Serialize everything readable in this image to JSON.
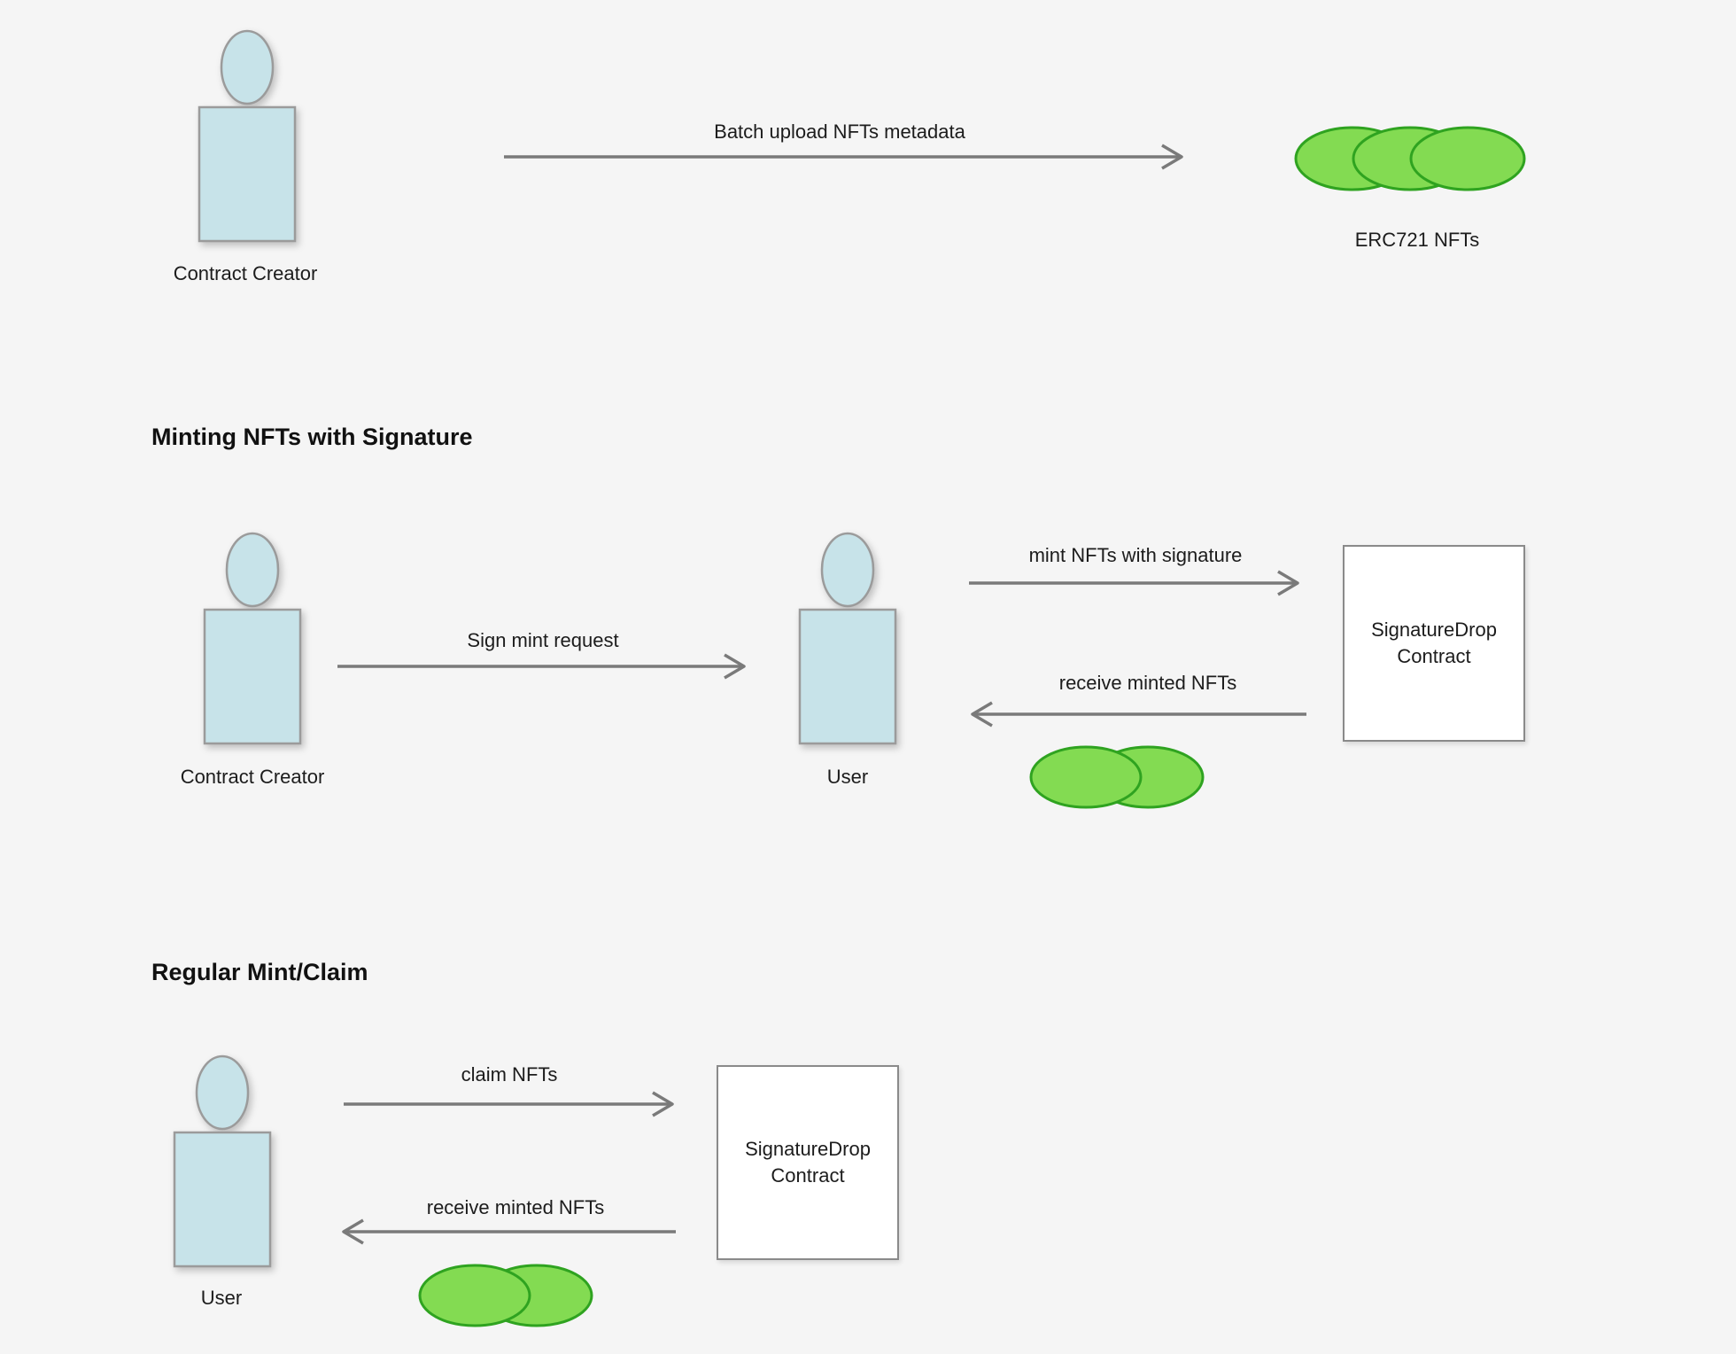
{
  "canvas": {
    "background": "#f5f5f5"
  },
  "palette": {
    "actor_fill": "#c7e3e9",
    "actor_stroke": "#9b9b9b",
    "nft_fill": "#83db52",
    "nft_stroke": "#2fa320",
    "arrow_color": "#7a7a7a",
    "box_fill": "#ffffff",
    "box_stroke": "#8a8a8a",
    "text_color": "#1c1c1c"
  },
  "sections": {
    "batch_upload": {
      "actor_label": "Contract Creator",
      "arrow_label": "Batch upload NFTs metadata",
      "nft_label": "ERC721 NFTs"
    },
    "signature_mint": {
      "title": "Minting NFTs with Signature",
      "creator_label": "Contract Creator",
      "sign_arrow_label": "Sign mint request",
      "user_label": "User",
      "mint_arrow_label": "mint NFTs with signature",
      "receive_arrow_label": "receive minted NFTs",
      "contract_label": "SignatureDrop Contract"
    },
    "regular_mint": {
      "title": "Regular Mint/Claim",
      "user_label": "User",
      "claim_arrow_label": "claim NFTs",
      "receive_arrow_label": "receive minted NFTs",
      "contract_label": "SignatureDrop Contract"
    }
  }
}
